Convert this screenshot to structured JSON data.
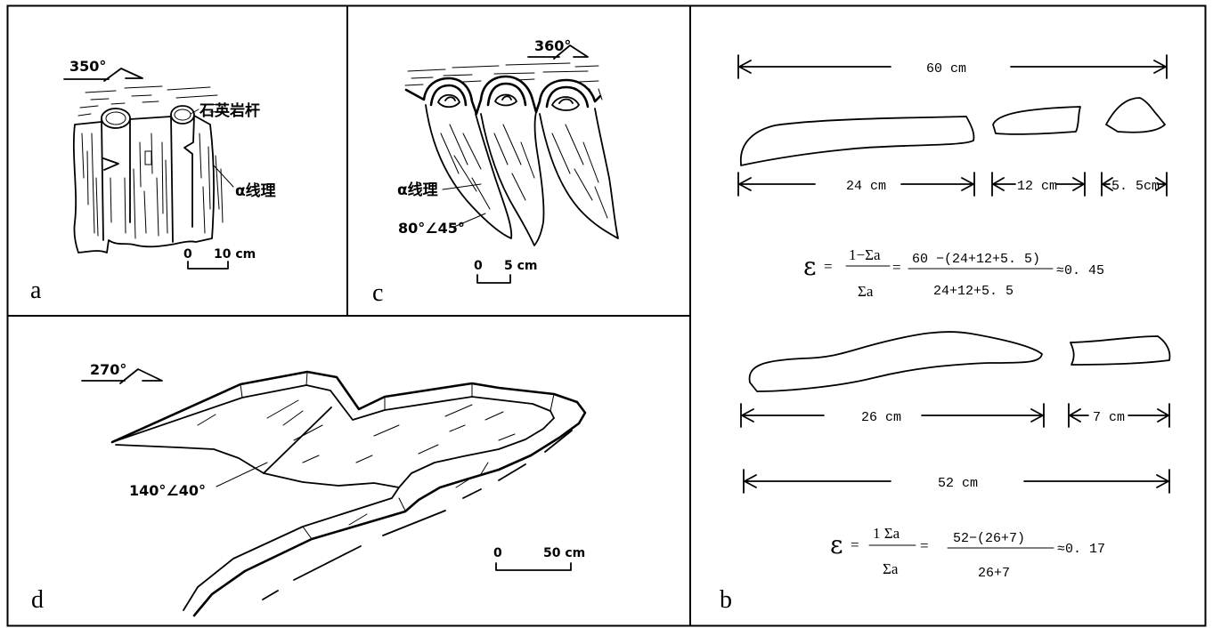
{
  "figure": {
    "panel_a": {
      "letter": "a",
      "strike": "350°",
      "rod_label": "石英岩杆",
      "lineation_label": "α线理",
      "scale": {
        "zero": "0",
        "length": "10 cm"
      }
    },
    "panel_c": {
      "letter": "c",
      "strike": "360°",
      "lineation_label": "α线理",
      "attitude_label": "80°∠45°",
      "scale": {
        "zero": "0",
        "length": "5 cm"
      }
    },
    "panel_d": {
      "letter": "d",
      "strike": "270°",
      "attitude_label": "140°∠40°",
      "scale": {
        "zero": "0",
        "length": "50 cm"
      }
    },
    "panel_b": {
      "letter": "b",
      "example_1": {
        "total": "60 cm",
        "pieces": [
          "24 cm",
          "12 cm",
          "5. 5cm"
        ],
        "formula": {
          "symbol": "ε",
          "eq1": "=",
          "lhs_num": "1−Σa",
          "lhs_den": "Σa",
          "eq2": "=",
          "rhs_num": "60 −(24+12+5. 5)",
          "rhs_den": "24+12+5. 5",
          "result": "≈0. 45"
        }
      },
      "example_2": {
        "total": "52 cm",
        "pieces": [
          "26 cm",
          "7 cm"
        ],
        "formula": {
          "symbol": "ε",
          "eq1": "=",
          "lhs_num": "1 Σa",
          "lhs_den": "Σa",
          "eq2": "=",
          "rhs_num": "52−(26+7)",
          "rhs_den": "26+7",
          "result": "≈0. 17"
        }
      }
    }
  }
}
